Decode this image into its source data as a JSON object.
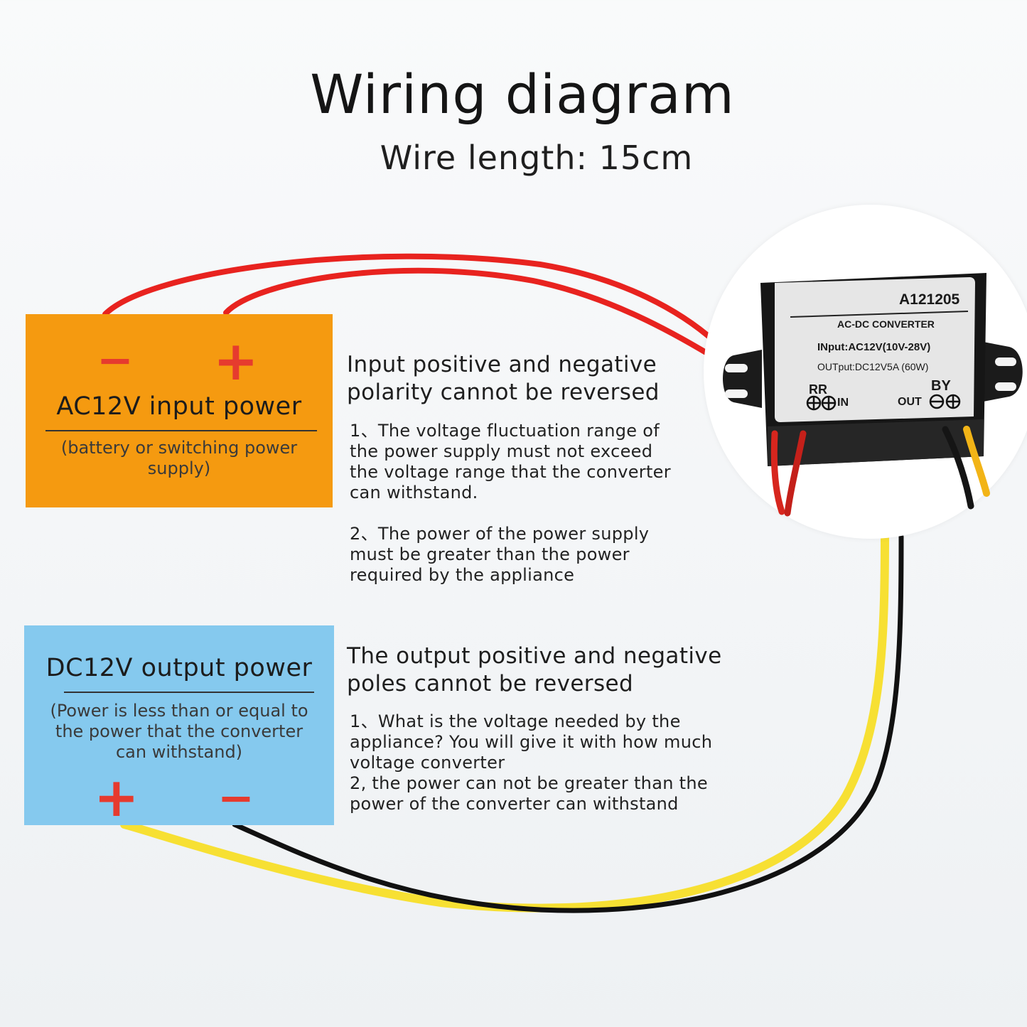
{
  "title": "Wiring diagram",
  "subtitle": "Wire length: 15cm",
  "input_box": {
    "minus": "−",
    "plus": "+",
    "heading": "AC12V input power",
    "note": "(battery or switching power\nsupply)"
  },
  "output_box": {
    "heading": "DC12V output power",
    "note": "(Power is less than or equal to\nthe power that the converter\ncan withstand)",
    "plus": "+",
    "minus": "−"
  },
  "input_notes": {
    "heading": "Input positive and negative\npolarity cannot be reversed",
    "item1": "1、The voltage fluctuation range of\nthe power supply must not exceed\nthe voltage range that the converter\ncan withstand.",
    "item2": "2、The power of the power supply\nmust be greater than the power\nrequired by the appliance"
  },
  "output_notes": {
    "heading": "The output positive and negative\npoles cannot be reversed",
    "items": "1、What is the voltage needed by the\nappliance? You will give it with how much\nvoltage converter\n2, the power can not be greater than the\npower of the converter can withstand"
  },
  "device": {
    "model": "A121205",
    "type": "AC-DC CONVERTER",
    "input_spec": "INput:AC12V(10V-28V)",
    "output_spec": "OUTput:DC12V5A  (60W)",
    "left_color_code": "RR",
    "left_terminal": "IN",
    "right_color_code": "BY",
    "right_terminal": "OUT"
  },
  "colors": {
    "input_box": "#f59a10",
    "output_box": "#85c9ee",
    "red_wire": "#e8231f",
    "yellow_wire": "#f7e033",
    "black_wire": "#111111",
    "sign_red": "#e63b2e"
  }
}
